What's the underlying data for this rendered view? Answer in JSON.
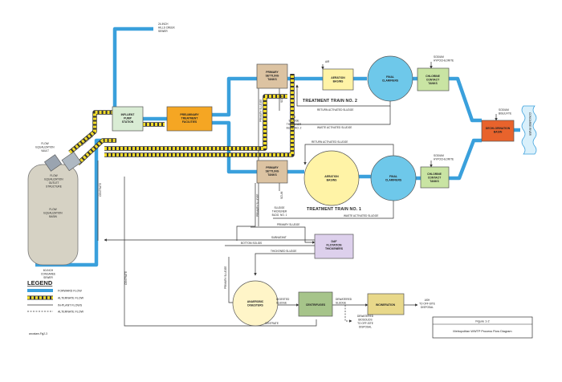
{
  "labels": {
    "creek_sewer": [
      "24-INCH",
      "HILLS CREEK",
      "SEWER"
    ],
    "gravity_sewer": [
      "60-INCH",
      "CONGAREE",
      "SEWER"
    ],
    "flow_eq_vault": [
      "FLOW",
      "EQUALIZATION",
      "VAULT"
    ],
    "flow_eq_outlet": [
      "FLOW",
      "EQUALIZATION",
      "OUTLET",
      "STRUCTURE"
    ],
    "flow_eq_basin": [
      "FLOW",
      "EQUALIZATION",
      "BASIN"
    ],
    "overflow": "OVERFLOW",
    "influent_pump": [
      "INFLUENT",
      "PUMP",
      "STATION"
    ],
    "preliminary": [
      "PRELIMINARY",
      "TREATMENT",
      "FACILITIES"
    ],
    "primary2": [
      "PRIMARY",
      "SETTLING",
      "TANKS"
    ],
    "primary1": [
      "PRIMARY",
      "SETTLING",
      "TANKS"
    ],
    "aeration2": [
      "AERATION",
      "BASINS"
    ],
    "aeration1": [
      "AERATION",
      "BASINS"
    ],
    "clarifier2": [
      "FINAL",
      "CLARIFIERS"
    ],
    "clarifier1": [
      "FINAL",
      "CLARIFIERS"
    ],
    "chlorine2": [
      "CHLORINE",
      "CONTACT",
      "TANKS"
    ],
    "chlorine1": [
      "CHLORINE",
      "CONTACT",
      "TANKS"
    ],
    "dechlor": [
      "DECHLORINATION",
      "BASIN"
    ],
    "river": "CONGAREE RIVER",
    "air": "AIR",
    "sodium_hypo_top": [
      "SODIUM",
      "HYPOCHLORITE"
    ],
    "sodium_hypo_bot": [
      "SODIUM",
      "HYPOCHLORITE"
    ],
    "sodium_bisulfite": [
      "SODIUM",
      "BISULFITE"
    ],
    "train2": "TREATMENT TRAIN NO. 2",
    "train1": "TREATMENT TRAIN NO. 1",
    "return_sludge2": "RETURN ACTIVATED SLUDGE",
    "return_sludge1": "RETURN ACTIVATED SLUDGE",
    "waste_sludge2": "WASTE ACTIVATED SLUDGE",
    "waste_sludge1": "WASTE ACTIVATED SLUDGE",
    "primary_sludge_v2": "PRIMARY SLUDGE",
    "primary_sludge_v1": "PRIMARY SLUDGE",
    "primary_sludge_h": "PRIMARY SLUDGE",
    "primary_sludge_v3": "PRIMARY SLUDGE",
    "scum2": "SCUM",
    "scum1": "SCUM",
    "to_thickener": [
      "TO",
      "SLUDGE",
      "THICKENER",
      "BLDG. NO. 2"
    ],
    "thickener1": [
      "SLUDGE",
      "THICKENER",
      "BLDG. NO. 1"
    ],
    "daf": [
      "DAF",
      "FLOTATION",
      "THICKENERS"
    ],
    "subnatant": "SUBNATANT",
    "bottom_solids": "BOTTOM SOLIDS",
    "thickened_sludge": "THICKENED SLUDGE",
    "centrate_v": "CENTRATE",
    "centrate_left": "CENTRATE",
    "centrate_bottom": "CENTRATE",
    "anaerobic": [
      "ANAEROBIC",
      "DIGESTERS"
    ],
    "digested": [
      "DIGESTED",
      "SLUDGE"
    ],
    "centrifuges": "CENTRIFUGES",
    "dewatered": [
      "DEWATERED",
      "SLUDGE"
    ],
    "incineration": "INCINERATION",
    "ash": [
      "ASH",
      "TO OFF-SITE",
      "DISPOSAL"
    ],
    "dewatered_biosolids": [
      "DEWATERED",
      "BIOSOLIDS",
      "TO OFF-SITE",
      "DISPOSAL"
    ],
    "file_ref": "woostam-Fig2-3"
  },
  "legend": {
    "title": "LEGEND",
    "forward": "FORWARD FLOW",
    "alternate": "ALTERNATE FLOW",
    "in_plant": "IN-PLANT FLOWS",
    "alternate2": "ALTERNATE FLOW"
  },
  "figure": {
    "number": "Figure 1-2",
    "title": "Metropolitan WWTP Process Flow Diagram"
  },
  "colors": {
    "forward_flow": "#3aa0dc",
    "alternate_flow": "#f2dc2a",
    "pump_station": "#d9ecd4",
    "preliminary": "#f5a623",
    "primary_tanks": "#dcc3a2",
    "aeration_basin": "#fff3a6",
    "clarifier": "#6ec8ea",
    "chlorine": "#c9e4a3",
    "dechlor": "#e8632c",
    "basin": "#d6d2c4",
    "daf": "#ddd0ec",
    "centrifuges": "#a6c48a",
    "incineration": "#e8d88a",
    "digester": "#fff5c8"
  }
}
